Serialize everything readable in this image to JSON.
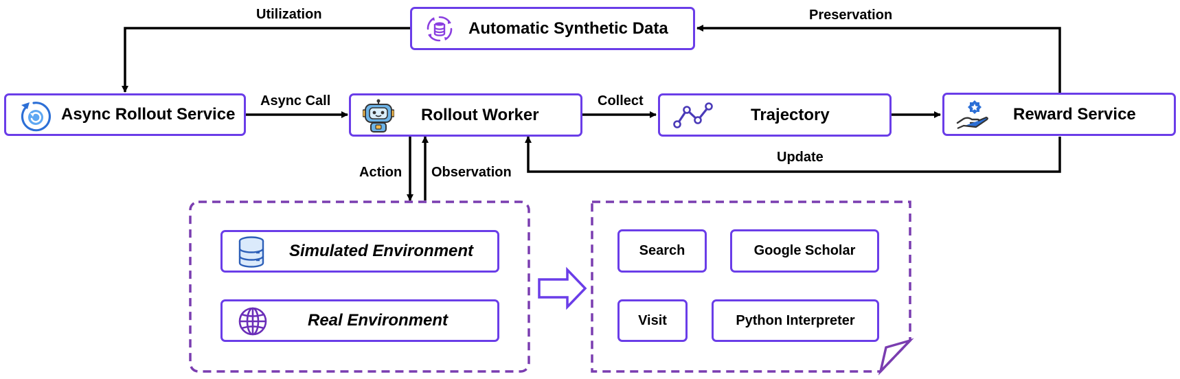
{
  "nodes": {
    "synthetic": "Automatic Synthetic Data",
    "async_rollout": "Async Rollout Service",
    "rollout_worker": "Rollout Worker",
    "trajectory": "Trajectory",
    "reward": "Reward Service"
  },
  "edges": {
    "utilization": "Utilization",
    "preservation": "Preservation",
    "async_call": "Async Call",
    "collect": "Collect",
    "update": "Update",
    "action": "Action",
    "observation": "Observation"
  },
  "environments": {
    "simulated": "Simulated Environment",
    "real": "Real Environment"
  },
  "tools": {
    "search": "Search",
    "google_scholar": "Google Scholar",
    "visit": "Visit",
    "python": "Python Interpreter"
  },
  "colors": {
    "accent": "#6a3de8",
    "dashed_border": "#7a3db0",
    "icon_blue": "#2c6fd6"
  },
  "icons": {
    "synthetic": "database-cycle-icon",
    "async_rollout": "refresh-icon",
    "rollout_worker": "robot-icon",
    "trajectory": "line-graph-icon",
    "reward": "hand-badge-icon",
    "simulated": "database-icon",
    "real": "globe-icon",
    "arrow": "hollow-right-arrow-icon"
  }
}
